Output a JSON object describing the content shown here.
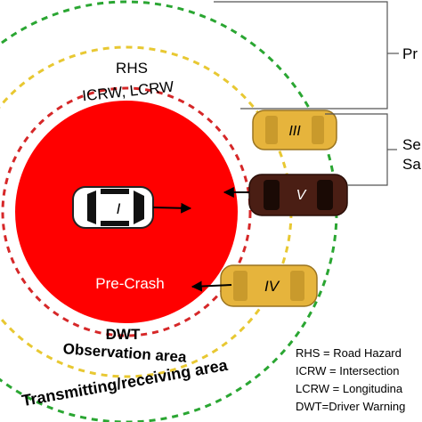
{
  "zones": {
    "pre_crash": "Pre-Crash",
    "dwt": "DWT",
    "observation": "Observation area",
    "transmitting": "Transmitting/receiving area",
    "rhs": "RHS",
    "icrw_lcrw": "ICRW, LCRW"
  },
  "vehicles": {
    "v1": "I",
    "v3": "III",
    "v4": "IV",
    "v5": "V"
  },
  "brace_labels": {
    "top": "Pr",
    "middle_line1": "Se",
    "middle_line2": "Sa"
  },
  "legend": [
    "RHS = Road Hazard",
    "ICRW = Intersection",
    "LCRW = Longitudina",
    "DWT=Driver Warning"
  ],
  "colors": {
    "red_zone": "#ff0000",
    "red_dashed": "#d62728",
    "yellow_dashed": "#e8c832",
    "green_dashed": "#2aa632",
    "car_yellow": "#e6b43c",
    "car_brown": "#4a1e14"
  }
}
